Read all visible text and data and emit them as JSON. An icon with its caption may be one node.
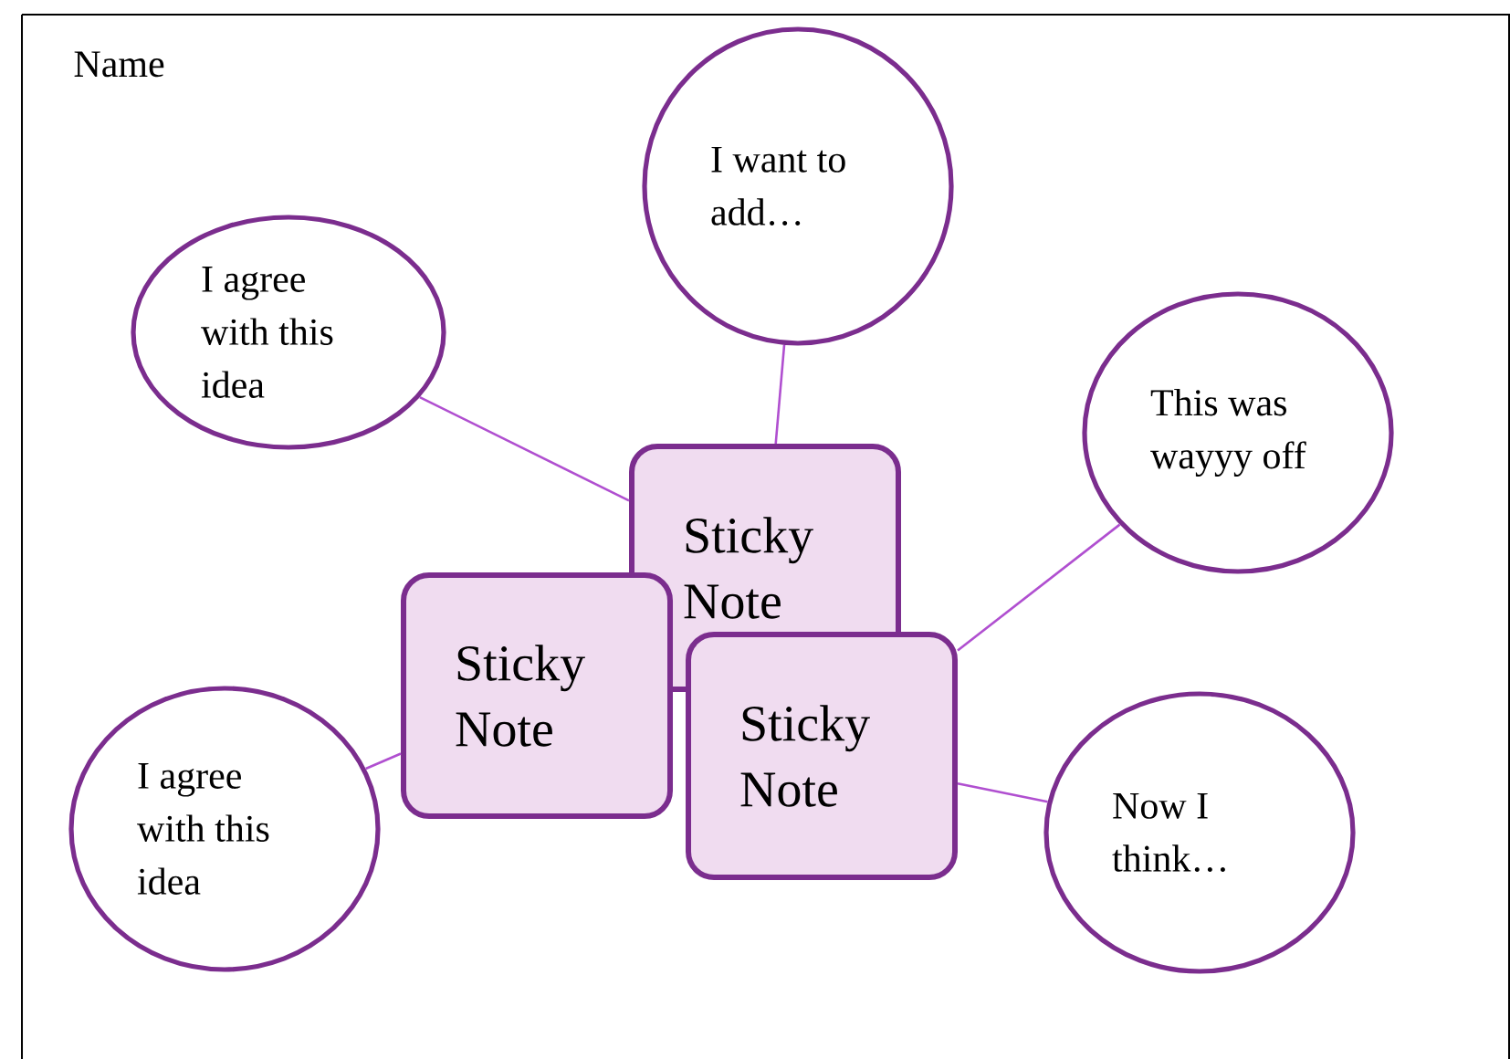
{
  "diagram": {
    "nodes": [
      {
        "text": [
          "I agree with this idea"
        ]
      },
      {
        "text": [
          "I want to add…"
        ]
      },
      {
        "text": [
          "This was wayyy off"
        ]
      },
      {
        "text": [
          "Sticky Note"
        ]
      },
      {
        "text": [
          "Sticky Note"
        ]
      },
      {
        "text": [
          "Sticky Note"
        ]
      },
      {
        "text": [
          "I agree with this idea"
        ]
      },
      {
        "text": [
          "Now I think…"
        ]
      }
    ],
    "edges": [
      {
        "from": 0,
        "to": 3,
        "arrow": "none"
      },
      {
        "from": 1,
        "to": 3,
        "arrow": "none"
      },
      {
        "from": 2,
        "to": 5,
        "arrow": "none"
      },
      {
        "from": 4,
        "to": 6,
        "arrow": "none"
      },
      {
        "from": 5,
        "to": 7,
        "arrow": "none"
      }
    ],
    "labels": [
      "Name"
    ]
  }
}
